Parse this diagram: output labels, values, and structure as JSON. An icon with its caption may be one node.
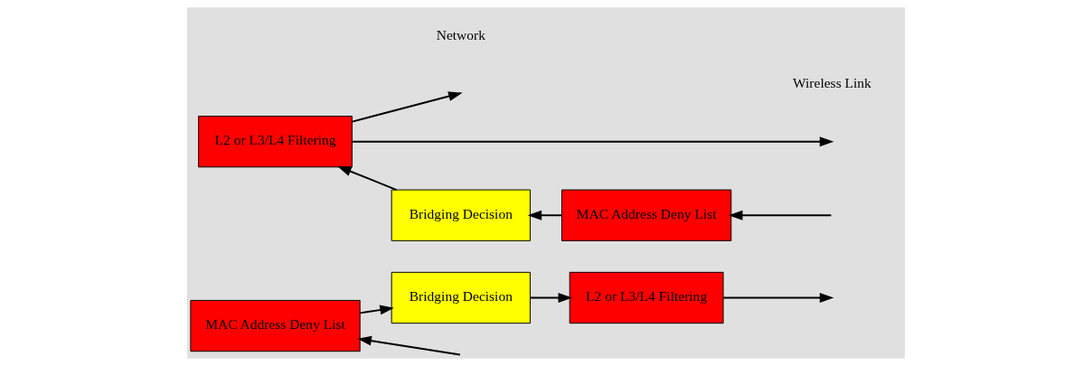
{
  "diagram": {
    "nodes": [
      {
        "text": [
          "MAC Address Deny List"
        ]
      },
      {
        "text": [
          "Bridging Decision"
        ]
      },
      {
        "text": [
          "L2 or L3/L4 Filtering"
        ]
      },
      {
        "text": [
          "L2 or L3/L4 Filtering"
        ]
      },
      {
        "text": [
          "Bridging Decision"
        ]
      },
      {
        "text": [
          "MAC Address Deny List"
        ]
      }
    ],
    "edges": [
      {
        "from": null,
        "to": 0,
        "arrow": "to"
      },
      {
        "from": 0,
        "to": 1,
        "arrow": "to"
      },
      {
        "from": 1,
        "to": 2,
        "arrow": "to"
      },
      {
        "from": 2,
        "to": null,
        "arrow": "to"
      },
      {
        "from": null,
        "to": 5,
        "arrow": "to"
      },
      {
        "from": 5,
        "to": 4,
        "arrow": "to"
      },
      {
        "from": 4,
        "to": 3,
        "arrow": "to"
      },
      {
        "from": 3,
        "to": null,
        "arrow": "to"
      },
      {
        "from": 3,
        "to": null,
        "arrow": "to"
      }
    ],
    "labels": [
      "Network",
      "Wireless Link"
    ]
  }
}
